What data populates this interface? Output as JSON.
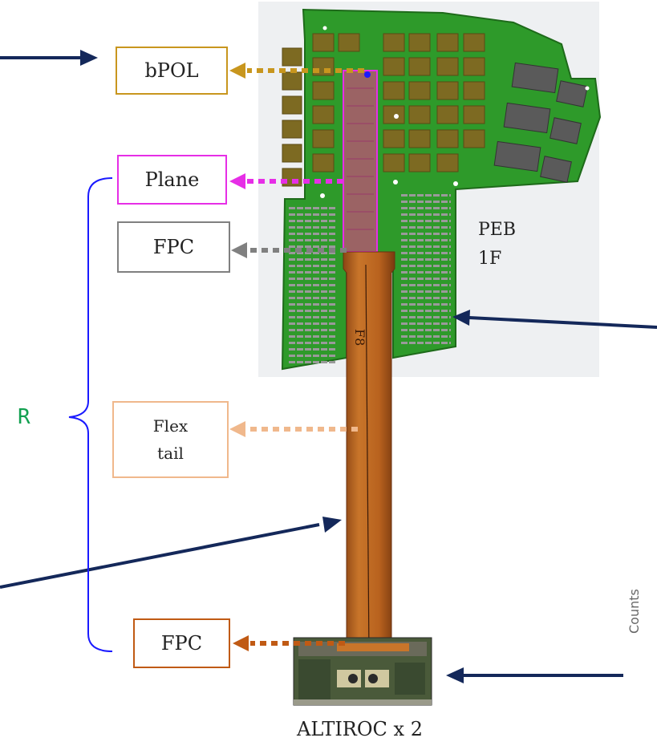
{
  "labels": {
    "bpol": "bPOL",
    "plane": "Plane",
    "fpc_top": "FPC",
    "flex_tail": "Flex tail",
    "fpc_bottom": "FPC",
    "peb": "PEB",
    "peb_sub": "1F",
    "radius": "R",
    "altiroc": "ALTIROC x 2",
    "flex_marking": "F8",
    "counts": "Counts"
  },
  "colors": {
    "bpol": "#c8961e",
    "plane": "#e62ee6",
    "fpc_top": "#808080",
    "flex_tail": "#f0b88c",
    "fpc_bottom": "#c05a14",
    "bracket": "#1a1aff",
    "radius_text": "#12a050",
    "navy_arrow": "#14285a",
    "pcb_green": "#2e9a2a",
    "pcb_gold": "#7d6a22",
    "flex_copper": "#b8621e"
  },
  "icons": {
    "board": "peb-board-illustration",
    "chip": "altiroc-module-illustration"
  }
}
